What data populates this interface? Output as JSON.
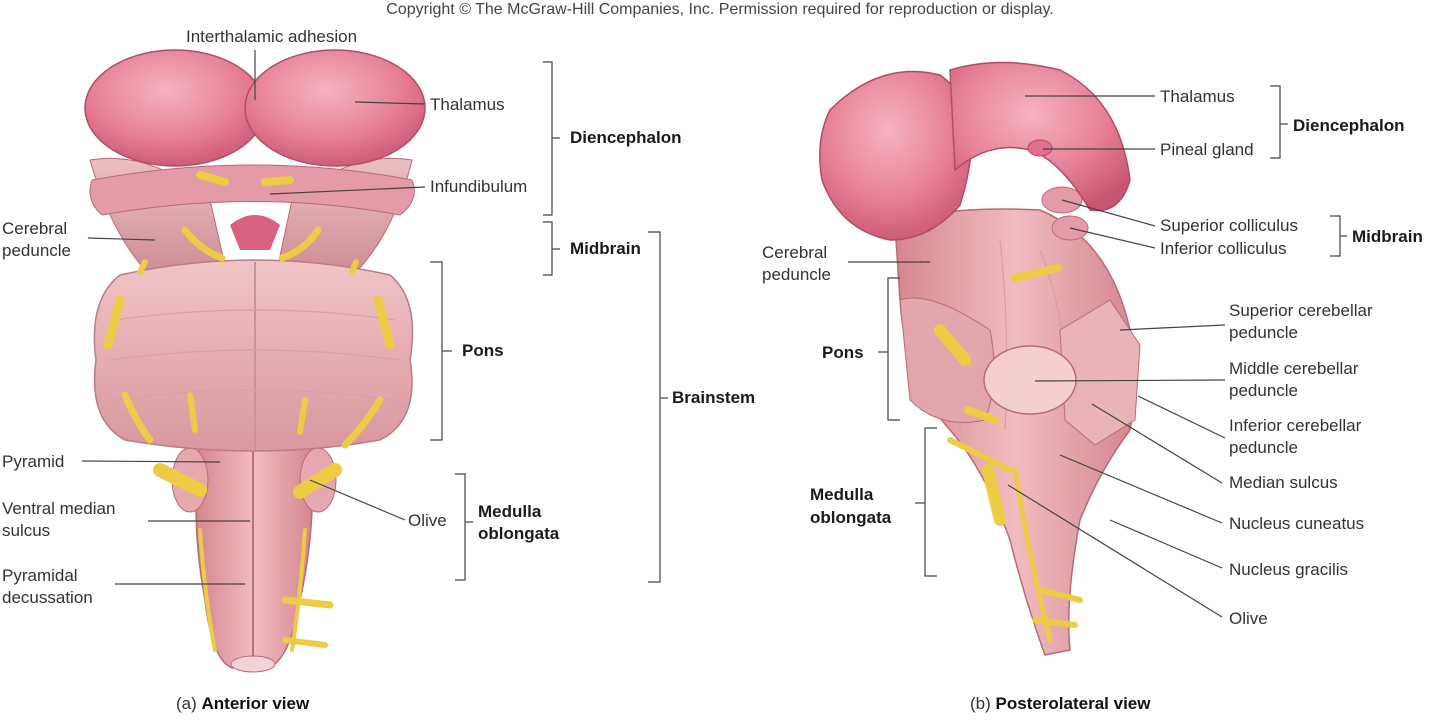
{
  "copyright": "Copyright © The McGraw-Hill Companies, Inc. Permission required for reproduction or display.",
  "panel_a": {
    "caption_prefix": "(a)",
    "caption_title": "Anterior view",
    "labels": {
      "interthalamic_adhesion": "Interthalamic adhesion",
      "thalamus": "Thalamus",
      "infundibulum": "Infundibulum",
      "cerebral_peduncle_line1": "Cerebral",
      "cerebral_peduncle_line2": "peduncle",
      "pyramid": "Pyramid",
      "ventral_median_sulcus_line1": "Ventral median",
      "ventral_median_sulcus_line2": "sulcus",
      "pyramidal_decussation_line1": "Pyramidal",
      "pyramidal_decussation_line2": "decussation",
      "olive": "Olive"
    },
    "regions": {
      "diencephalon": "Diencephalon",
      "midbrain": "Midbrain",
      "pons": "Pons",
      "brainstem": "Brainstem",
      "medulla_line1": "Medulla",
      "medulla_line2": "oblongata"
    }
  },
  "panel_b": {
    "caption_prefix": "(b)",
    "caption_title": "Posterolateral view",
    "labels": {
      "thalamus": "Thalamus",
      "pineal_gland": "Pineal gland",
      "superior_colliculus": "Superior colliculus",
      "inferior_colliculus": "Inferior colliculus",
      "cerebral_peduncle_line1": "Cerebral",
      "cerebral_peduncle_line2": "peduncle",
      "superior_cerebellar_line1": "Superior cerebellar",
      "superior_cerebellar_line2": "peduncle",
      "middle_cerebellar_line1": "Middle cerebellar",
      "middle_cerebellar_line2": "peduncle",
      "inferior_cerebellar_line1": "Inferior cerebellar",
      "inferior_cerebellar_line2": "peduncle",
      "median_sulcus": "Median sulcus",
      "nucleus_cuneatus": "Nucleus cuneatus",
      "nucleus_gracilis": "Nucleus gracilis",
      "olive": "Olive"
    },
    "regions": {
      "diencephalon": "Diencephalon",
      "midbrain": "Midbrain",
      "pons": "Pons",
      "medulla_line1": "Medulla",
      "medulla_line2": "oblongata"
    }
  },
  "colors": {
    "thalamus": "#e8798f",
    "tissue": "#e9a7ae",
    "pons": "#ebb4b8",
    "nerve": "#f0d04a",
    "leader_line": "#444444"
  }
}
